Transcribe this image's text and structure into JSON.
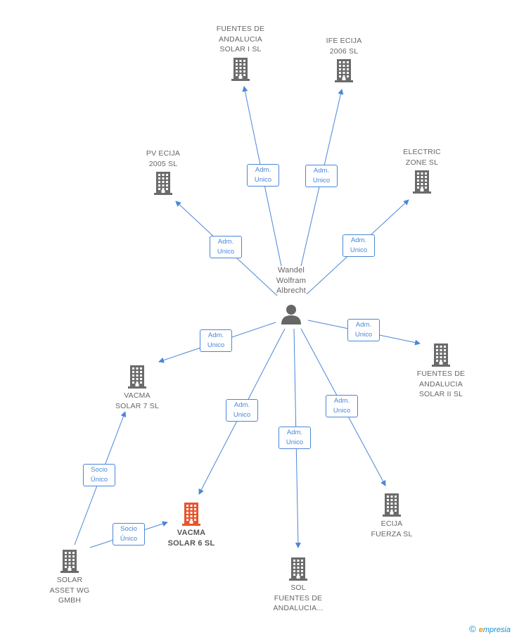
{
  "colors": {
    "edge": "#4a86d8",
    "building": "#6b6b6b",
    "highlight": "#e8542b",
    "person": "#666666"
  },
  "person": {
    "lines": [
      "Wandel",
      "Wolfram",
      "Albrecht"
    ]
  },
  "nodes": [
    {
      "id": "fuentes1",
      "lines": [
        "FUENTES DE",
        "ANDALUCIA",
        "SOLAR I SL"
      ],
      "icon": "building-icon"
    },
    {
      "id": "ife",
      "lines": [
        "IFE ECIJA",
        "2006 SL"
      ],
      "icon": "building-icon"
    },
    {
      "id": "pv",
      "lines": [
        "PV ECIJA",
        "2005 SL"
      ],
      "icon": "building-icon"
    },
    {
      "id": "electric",
      "lines": [
        "ELECTRIC",
        "ZONE SL"
      ],
      "icon": "building-icon"
    },
    {
      "id": "fuentes2",
      "lines": [
        "FUENTES DE",
        "ANDALUCIA",
        "SOLAR II SL"
      ],
      "icon": "building-icon"
    },
    {
      "id": "vacma7",
      "lines": [
        "VACMA",
        "SOLAR 7 SL"
      ],
      "icon": "building-icon"
    },
    {
      "id": "vacma6",
      "lines": [
        "VACMA",
        "SOLAR 6 SL"
      ],
      "icon": "building-icon",
      "highlight": true
    },
    {
      "id": "ecija",
      "lines": [
        "ECIJA",
        "FUERZA SL"
      ],
      "icon": "building-icon"
    },
    {
      "id": "sol",
      "lines": [
        "SOL",
        "FUENTES DE",
        "ANDALUCIA..."
      ],
      "icon": "building-icon"
    },
    {
      "id": "solar",
      "lines": [
        "SOLAR",
        "ASSET WG",
        "GMBH"
      ],
      "icon": "building-icon"
    }
  ],
  "edge_labels": [
    {
      "id": "e-fuentes1",
      "lines": [
        "Adm.",
        "Unico"
      ]
    },
    {
      "id": "e-ife",
      "lines": [
        "Adm.",
        "Unico"
      ]
    },
    {
      "id": "e-pv",
      "lines": [
        "Adm.",
        "Unico"
      ]
    },
    {
      "id": "e-electric",
      "lines": [
        "Adm.",
        "Unico"
      ]
    },
    {
      "id": "e-vacma7",
      "lines": [
        "Adm.",
        "Unico"
      ]
    },
    {
      "id": "e-fuentes2",
      "lines": [
        "Adm.",
        "Unico"
      ]
    },
    {
      "id": "e-vacma6",
      "lines": [
        "Adm.",
        "Unico"
      ]
    },
    {
      "id": "e-sol",
      "lines": [
        "Adm.",
        "Unico"
      ]
    },
    {
      "id": "e-ecija",
      "lines": [
        "Adm.",
        "Unico"
      ]
    },
    {
      "id": "e-solar-vacma7",
      "lines": [
        "Socio",
        "Único"
      ]
    },
    {
      "id": "e-solar-vacma6",
      "lines": [
        "Socio",
        "Único"
      ]
    }
  ],
  "brand": {
    "copyright": "©",
    "e": "e",
    "rest": "mpresia"
  }
}
